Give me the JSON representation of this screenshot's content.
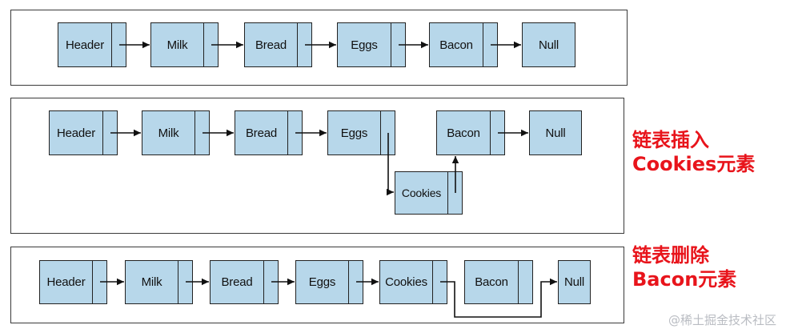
{
  "panel1": {
    "nodes": [
      "Header",
      "Milk",
      "Bread",
      "Eggs",
      "Bacon",
      "Null"
    ]
  },
  "panel2": {
    "nodes": [
      "Header",
      "Milk",
      "Bread",
      "Eggs",
      "Bacon",
      "Null"
    ],
    "inserted": "Cookies",
    "caption_line1": "链表插入",
    "caption_line2": "Cookies元素"
  },
  "panel3": {
    "nodes": [
      "Header",
      "Milk",
      "Bread",
      "Eggs",
      "Cookies",
      "Bacon",
      "Null"
    ],
    "caption_line1": "链表删除",
    "caption_line2": "Bacon元素"
  },
  "watermark": "@稀土掘金技术社区",
  "colors": {
    "node_fill": "#b7d7ea",
    "caption": "#e8141b",
    "border": "#222222"
  }
}
